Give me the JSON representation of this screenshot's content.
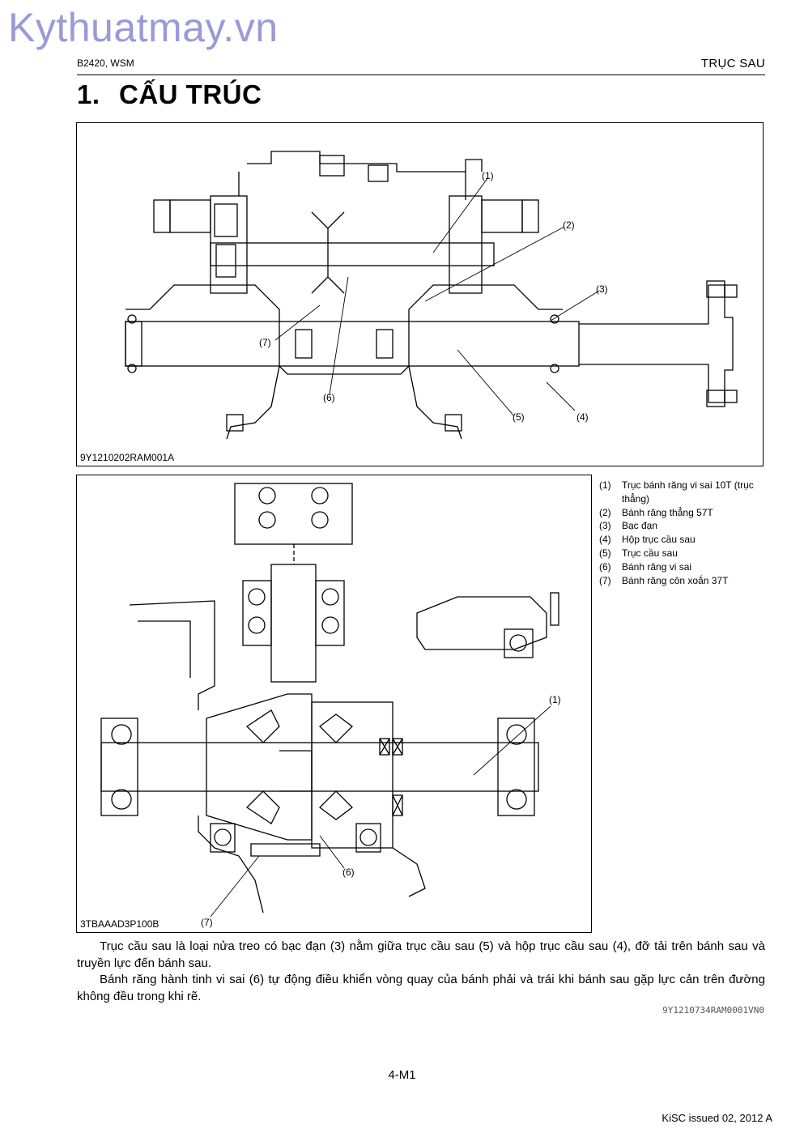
{
  "watermark": "Kythuatmay.vn",
  "header": {
    "left": "B2420, WSM",
    "right": "TRỤC SAU"
  },
  "title": {
    "number": "1.",
    "text": "CẤU TRÚC"
  },
  "figure1": {
    "code": "9Y1210202RAM001A",
    "callouts": [
      "(1)",
      "(2)",
      "(3)",
      "(4)",
      "(5)",
      "(6)",
      "(7)"
    ]
  },
  "figure2": {
    "code": "3TBAAAD3P100B",
    "callouts": [
      "(1)",
      "(6)",
      "(7)"
    ]
  },
  "legend": [
    {
      "num": "(1)",
      "text": "Trục bánh răng vi sai 10T (trục thẳng)"
    },
    {
      "num": "(2)",
      "text": "Bánh răng thẳng 57T"
    },
    {
      "num": "(3)",
      "text": "Bạc đạn"
    },
    {
      "num": "(4)",
      "text": "Hộp trục cầu sau"
    },
    {
      "num": "(5)",
      "text": "Trục cầu sau"
    },
    {
      "num": "(6)",
      "text": "Bánh răng vi sai"
    },
    {
      "num": "(7)",
      "text": "Bánh răng côn xoắn 37T"
    }
  ],
  "body": {
    "para1": "Trục cầu sau là loại nửa treo có bạc đạn (3) nằm giữa trục cầu sau (5) và hộp trục cầu sau (4), đỡ tải trên bánh sau và truyền lực đến bánh sau.",
    "para2": "Bánh răng hành tinh vi sai (6) tự động điều khiển vòng quay của bánh phải và trái khi bánh sau gặp lực cản trên đường không đều trong khi rẽ."
  },
  "doc_ref": "9Y1210734RAM0001VN0",
  "footer": {
    "page": "4-M1",
    "issued": "KiSC issued 02, 2012 A"
  }
}
